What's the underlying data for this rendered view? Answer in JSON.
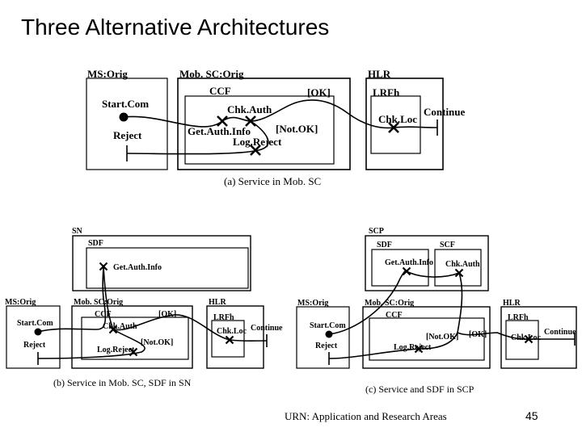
{
  "title": "Three Alternative Architectures",
  "diagram_a": {
    "ms_orig": "MS:Orig",
    "mobsc_orig": "Mob. SC:Orig",
    "hlr": "HLR",
    "ccf": "CCF",
    "ok": "[OK]",
    "lrfh": "LRFh",
    "start_com": "Start.Com",
    "chk_auth": "Chk.Auth",
    "chk_loc": "Chk.Loc",
    "continue": "Continue",
    "reject": "Reject",
    "get_auth_info": "Get.Auth.Info",
    "not_ok": "[Not.OK]",
    "log_reject": "Log.Reject",
    "caption": "(a) Service in Mob. SC"
  },
  "diagram_b": {
    "sn": "SN",
    "sdf": "SDF",
    "get_auth_info": "Get.Auth.Info",
    "ms_orig": "MS:Orig",
    "mobsc_orig": "Mob. SC:Orig",
    "hlr": "HLR",
    "ccf": "CCF",
    "ok": "[OK]",
    "lrfh": "LRFh",
    "start_com": "Start.Com",
    "chk_auth": "Chk.Auth",
    "chk_loc": "Chk.Loc",
    "continue": "Continue",
    "reject": "Reject",
    "not_ok": "[Not.OK]",
    "log_reject": "Log.Reject",
    "caption": "(b) Service in Mob. SC, SDF in SN"
  },
  "diagram_c": {
    "scp": "SCP",
    "sdf": "SDF",
    "scf": "SCF",
    "get_auth_info": "Get.Auth.Info",
    "chk_auth": "Chk.Auth",
    "ms_orig": "MS:Orig",
    "mobsc_orig": "Mob. SC:Orig",
    "hlr": "HLR",
    "ccf": "CCF",
    "lrfh": "LRFh",
    "start_com": "Start.Com",
    "not_ok": "[Not.OK]",
    "ok": "[OK]",
    "chk_loc": "Chk.Loc",
    "continue": "Continue",
    "reject": "Reject",
    "log_reject": "Log.Reject",
    "caption": "(c) Service and SDF in SCP"
  },
  "footer": "URN: Application and Research Areas",
  "page_number": "45"
}
